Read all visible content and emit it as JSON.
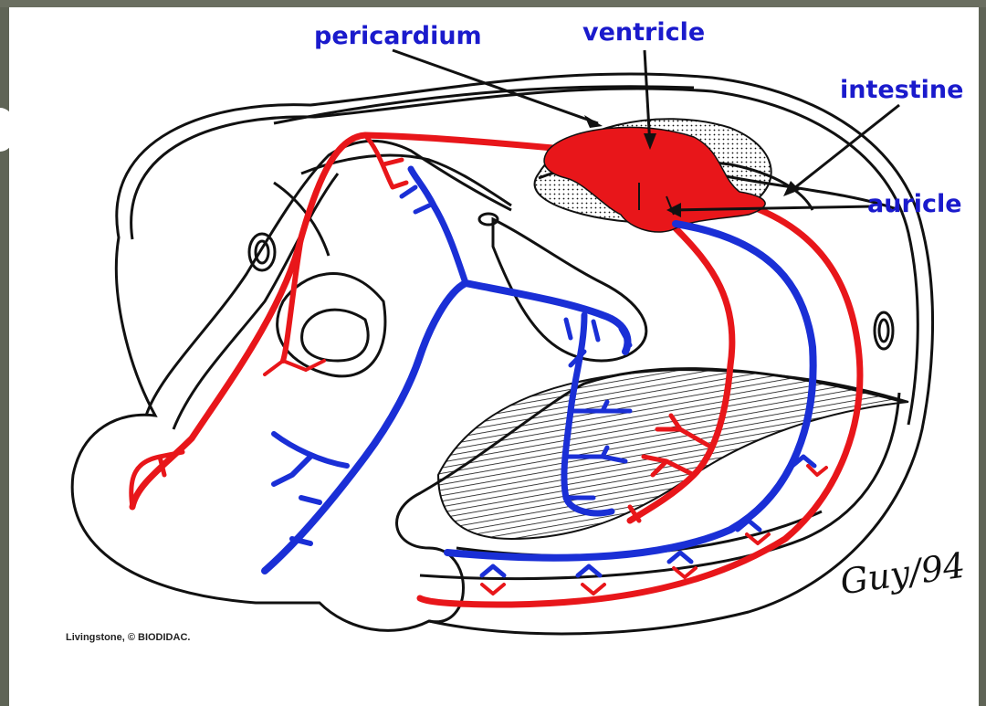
{
  "labels": {
    "pericardium": "pericardium",
    "ventricle": "ventricle",
    "intestine": "intestine",
    "auricle": "auricle"
  },
  "credit": "Livingstone, © BIODIDAC.",
  "signature": "Guy/94",
  "colors": {
    "artery": "#e8161a",
    "vein": "#1a2fd6",
    "label": "#1a1acc",
    "background": "#5f6456"
  }
}
